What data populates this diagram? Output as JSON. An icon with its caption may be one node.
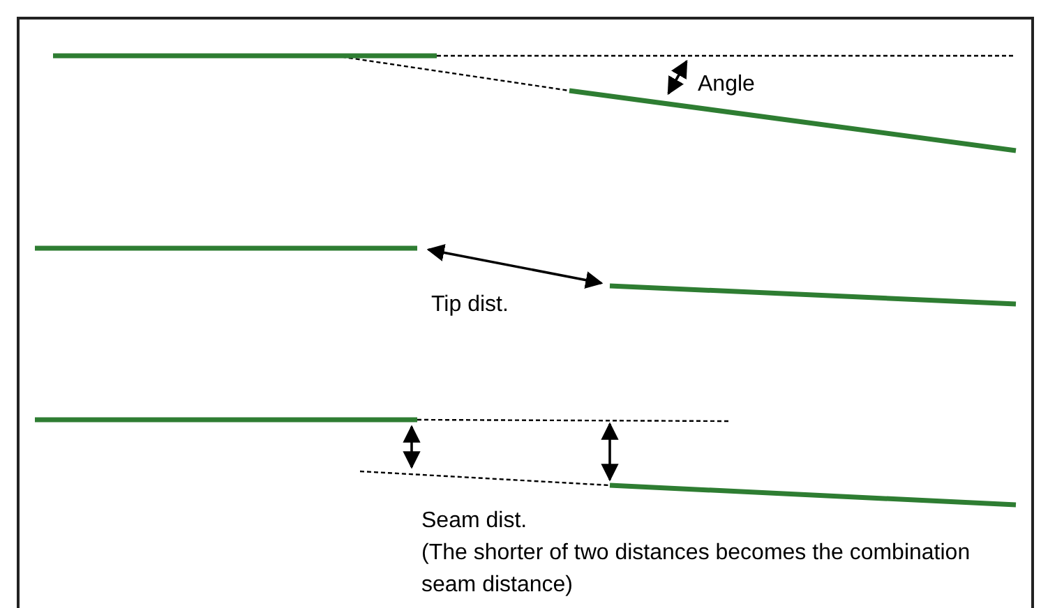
{
  "diagram": {
    "labels": [
      "Angle",
      "Tip dist.",
      "Seam dist.",
      "(The shorter of two distances becomes the combination seam distance)"
    ]
  }
}
